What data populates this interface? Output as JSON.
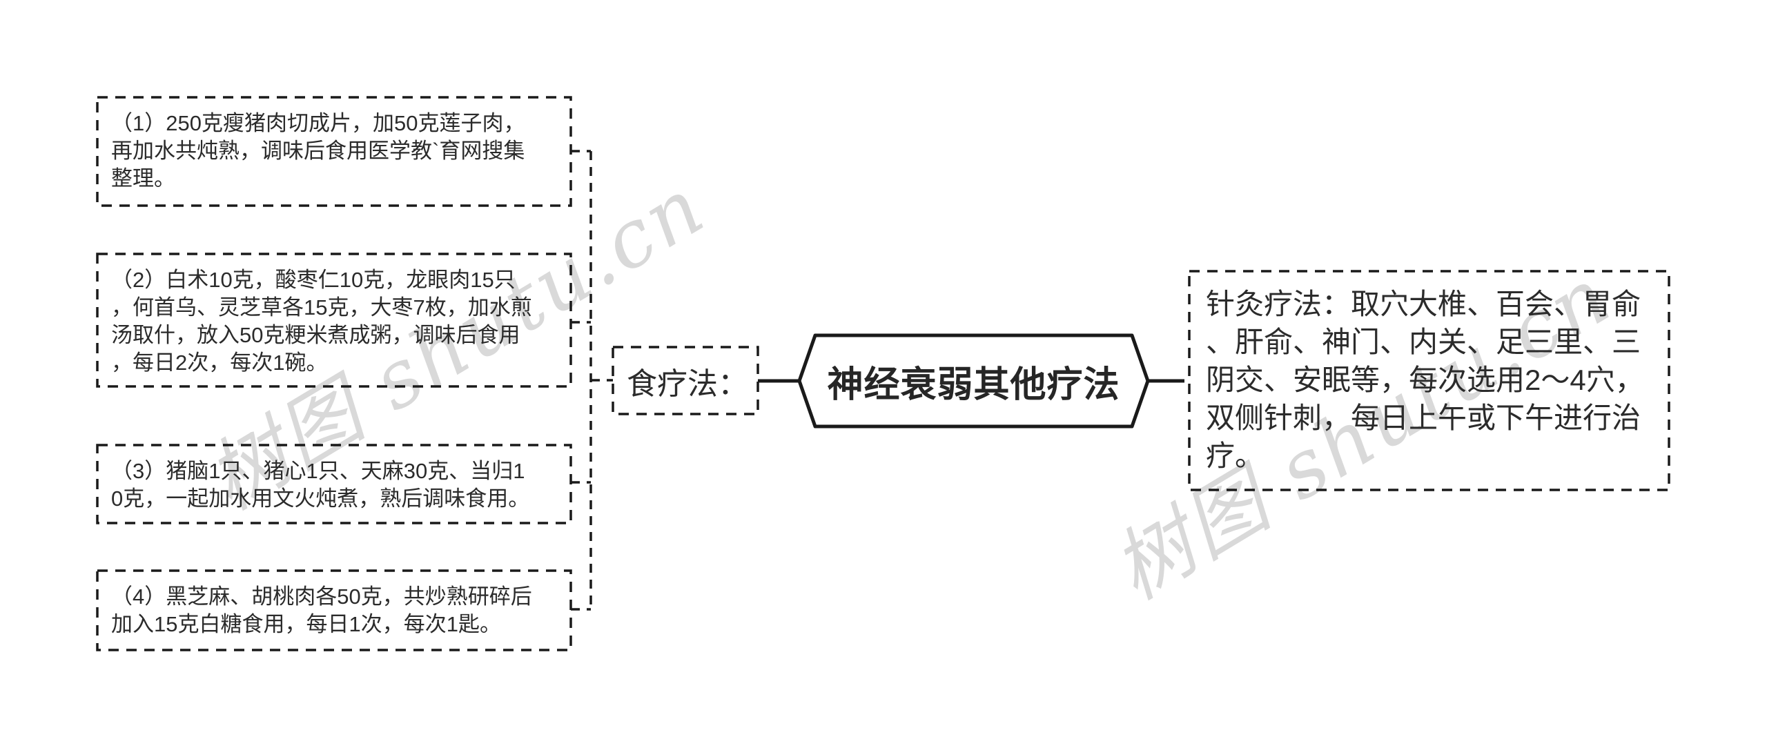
{
  "diagram": {
    "title_node": "神经衰弱其他疗法",
    "branch_label": "食疗法：",
    "remedies": [
      "（1）250克瘦猪肉切成片，加50克莲子肉，\n再加水共炖熟，调味后食用医学教`育网搜集\n整理。",
      "（2）白术10克，酸枣仁10克，龙眼肉15只\n，何首乌、灵芝草各15克，大枣7枚，加水煎\n汤取什，放入50克粳米煮成粥，调味后食用\n，每日2次，每次1碗。",
      "（3）猪脑1只、猪心1只、天麻30克、当归1\n0克，一起加水用文火炖煮，熟后调味食用。",
      "（4）黑芝麻、胡桃肉各50克，共炒熟研碎后\n加入15克白糖食用，每日1次，每次1匙。"
    ],
    "acupuncture": "针灸疗法：取穴大椎、百会、胃俞\n、肝俞、神门、内关、足三里、三\n阴交、安眠等，每次选用2～4穴，\n双侧针刺，每日上午或下午进行治\n疗。",
    "watermark": "树图 shutu.cn",
    "colors": {
      "line": "#1a1a1a",
      "text": "#2b2b2b",
      "watermark": "#d9d9d9",
      "background": "#ffffff"
    }
  }
}
